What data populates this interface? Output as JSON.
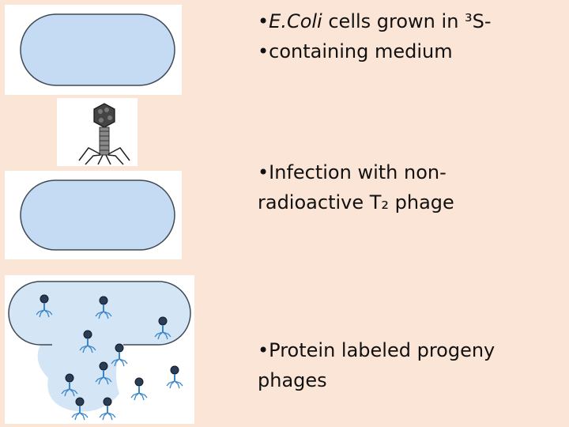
{
  "slide": {
    "bullets": [
      {
        "lines": [
          {
            "bullet": "•",
            "italic": "E.Coli",
            "rest": " cells grown in ³S-"
          },
          {
            "bullet": "•",
            "text": "containing medium"
          }
        ]
      },
      {
        "lines": [
          {
            "bullet": "•",
            "text": "Infection with non-"
          },
          {
            "text": "radioactive T₂ phage"
          }
        ]
      },
      {
        "lines": [
          {
            "bullet": "•",
            "text": "Protein labeled progeny"
          },
          {
            "text": "phages"
          }
        ]
      }
    ]
  },
  "colors": {
    "background": "#fbe5d6",
    "cell_fill": "#c5daf3",
    "cell_stroke": "#404a55",
    "phage_blue": "#3a86c8",
    "panel": "#ffffff"
  }
}
